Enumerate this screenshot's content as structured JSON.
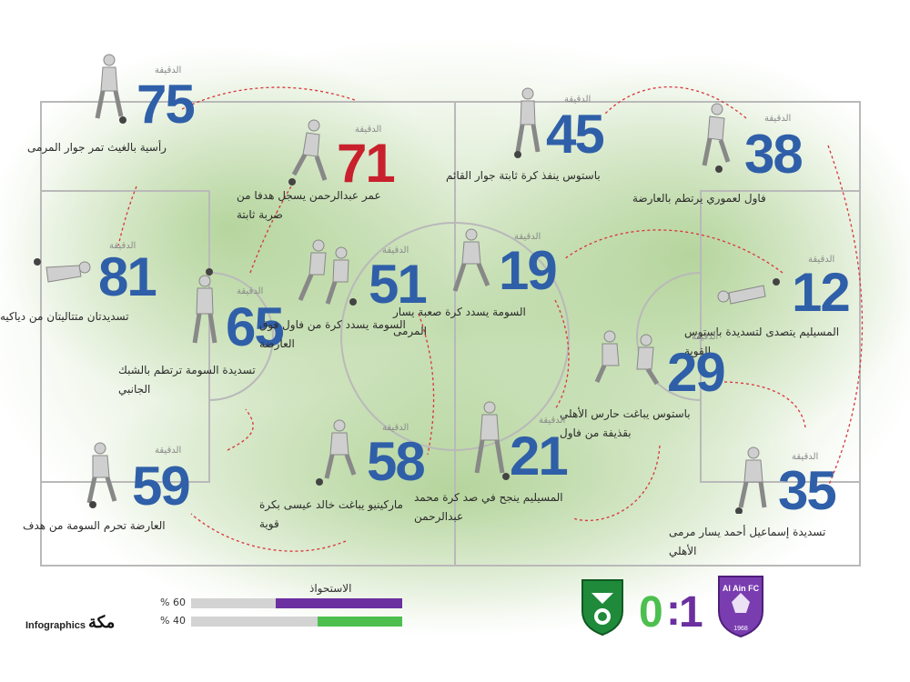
{
  "minute_word": "الدقيقة",
  "events": [
    {
      "minute": "75",
      "text": "رأسية بالغيث تمر جوار المرمى"
    },
    {
      "minute": "71",
      "text": "عمر عبدالرحمن يسجل هدفا من ضربة ثابتة",
      "goal": true
    },
    {
      "minute": "45",
      "text": "باستوس ينفذ كرة ثابتة جوار القائم"
    },
    {
      "minute": "38",
      "text": "فاول لعموري يرتطم بالعارضة"
    },
    {
      "minute": "81",
      "text": "تسديدتان متتاليتان من دياكيه"
    },
    {
      "minute": "65",
      "text": "تسديدة السومة ترتطم بالشبك الجانبي"
    },
    {
      "minute": "51",
      "text": "السومة يسدد كرة من فاول فوق العارضة"
    },
    {
      "minute": "19",
      "text": "السومة يسدد كرة صعبة يسار المرمى"
    },
    {
      "minute": "12",
      "text": "المسيليم يتصدى لتسديدة باستوس القوية"
    },
    {
      "minute": "29",
      "text": "باستوس يباغت حارس الأهلي بقذيفة من فاول"
    },
    {
      "minute": "59",
      "text": "العارضة تحرم السومة من هدف"
    },
    {
      "minute": "58",
      "text": "ماركينيو يباغت خالد عيسى بكرة قوية"
    },
    {
      "minute": "21",
      "text": "المسيليم ينجح في صد كرة محمد عبدالرحمن"
    },
    {
      "minute": "35",
      "text": "تسديدة إسماعيل أحمد يسار مرمى الأهلي"
    }
  ],
  "possession": {
    "title": "الاستحواذ",
    "rows": [
      {
        "label": "60 %",
        "value": 0.6,
        "color": "#6b2fa0"
      },
      {
        "label": "40 %",
        "value": 0.4,
        "color": "#4cbf4f"
      }
    ]
  },
  "score": {
    "left": "0",
    "sep": ":",
    "right": "1",
    "left_color": "#4cbf4f",
    "right_color": "#6b2fa0"
  },
  "teams": {
    "right_badge_text": "Al Ain FC",
    "right_badge_year": "1968"
  },
  "brand": {
    "label": "Infographics",
    "logo": "مكة"
  }
}
